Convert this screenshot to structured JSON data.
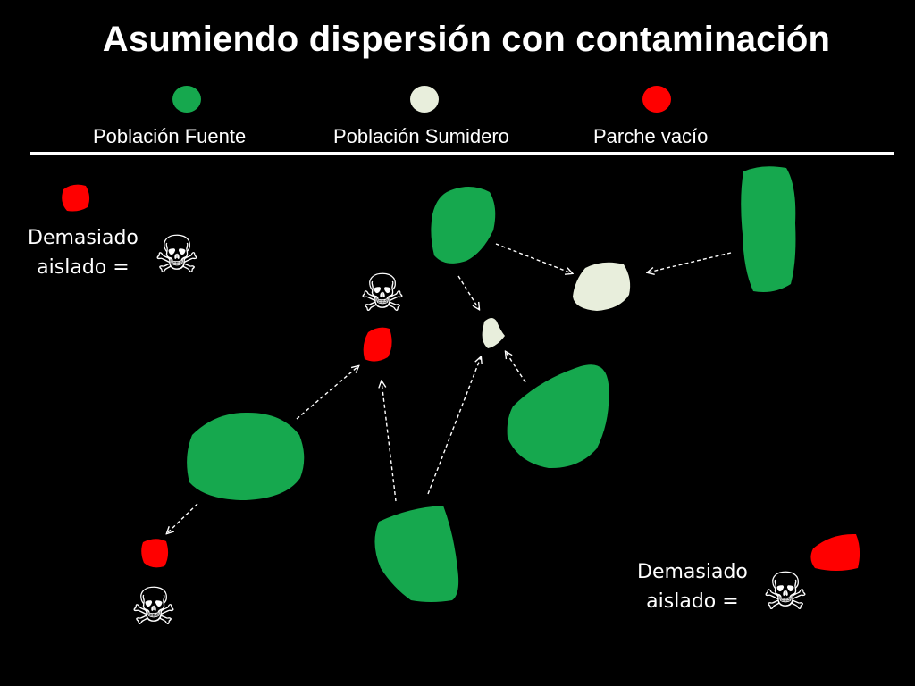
{
  "title": "Asumiendo dispersión con contaminación",
  "legend": [
    {
      "label": "Población Fuente",
      "color": "#16a84e",
      "icon": "green-patch-icon"
    },
    {
      "label": "Población Sumidero",
      "color": "#e8eedc",
      "icon": "cream-patch-icon"
    },
    {
      "label": "Parche vacío",
      "color": "#ff0000",
      "icon": "red-patch-icon"
    }
  ],
  "captions": {
    "top_left": {
      "line1": "Demasiado",
      "line2": "aislado ="
    },
    "bottom_right": {
      "line1": "Demasiado",
      "line2": "aislado ="
    }
  },
  "skull_glyph": "☠",
  "colors": {
    "background": "#000000",
    "source": "#16a84e",
    "sink": "#e8eedc",
    "empty": "#ff0000",
    "text": "#ffffff"
  }
}
